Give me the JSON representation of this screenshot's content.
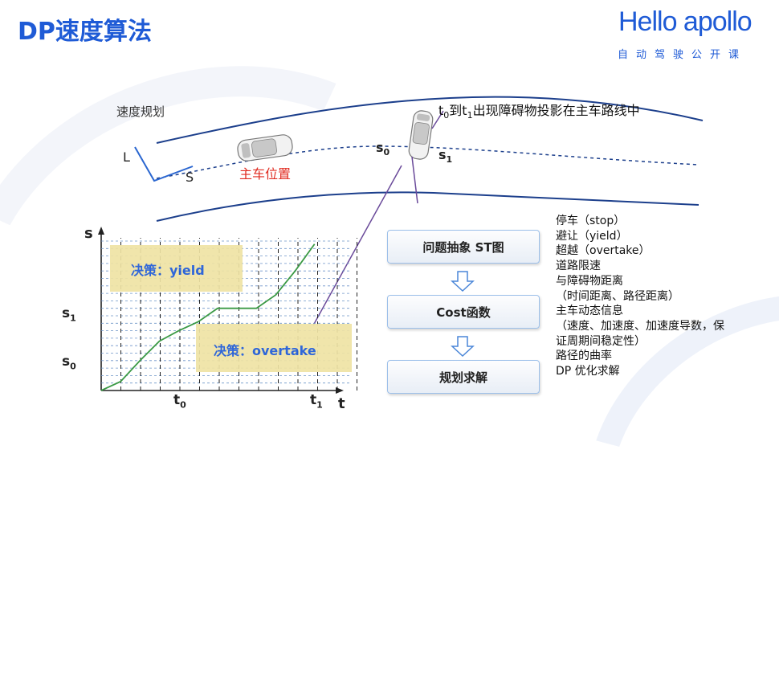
{
  "title": "DP速度算法",
  "brand": {
    "name": "Hello apollo",
    "sub": "自动驾驶公开课"
  },
  "road": {
    "section_label": "速度规划",
    "axis_l": "L",
    "axis_s": "S",
    "ego_label": "主车位置",
    "s0": "s",
    "s0_sub": "0",
    "s1": "s",
    "s1_sub": "1",
    "annotation_t0": "t",
    "annotation_t0_sub": "0",
    "annotation_mid": "到t",
    "annotation_t1_sub": "1",
    "annotation_rest": "出现障碍物投影在主车路线中"
  },
  "st_chart": {
    "y_axis": "s",
    "x_axis": "t",
    "tick_s1": "s",
    "tick_s1_sub": "1",
    "tick_s0": "s",
    "tick_s0_sub": "0",
    "tick_t0": "t",
    "tick_t0_sub": "0",
    "tick_t1": "t",
    "tick_t1_sub": "1",
    "decision_yield": "决策：yield",
    "decision_overtake": "决策：overtake"
  },
  "chart_data": {
    "type": "line",
    "title": "",
    "xlabel": "t",
    "ylabel": "s",
    "xlim": [
      0,
      13
    ],
    "ylim": [
      0,
      10
    ],
    "series": [
      {
        "x": [
          0,
          1,
          2,
          3,
          4,
          5,
          6,
          7,
          8,
          9,
          10,
          11
        ],
        "y": [
          0,
          0.6,
          2.0,
          3.3,
          4.0,
          4.6,
          5.5,
          5.5,
          5.5,
          6.4,
          8.0,
          9.8
        ]
      }
    ]
  },
  "flow": {
    "step1": "问题抽象 ST图",
    "step2": "Cost函数",
    "step3": "规划求解"
  },
  "notes": [
    "停车（stop）",
    "避让（yield）",
    "超越（overtake）",
    "道路限速",
    "与障碍物距离",
    "（时间距离、路径距离）",
    "主车动态信息",
    "（速度、加速度、加速度导数，保",
    "证周期间稳定性）",
    "路径的曲率",
    " DP 优化求解"
  ],
  "colors": {
    "title_blue": "#1f5bd6",
    "road_line": "#1c3f8c",
    "ego_red": "#e02b20",
    "trajectory": "#3c9a46",
    "decision_fill": "#efe3a4",
    "annotation_line": "#6a4a9a"
  }
}
